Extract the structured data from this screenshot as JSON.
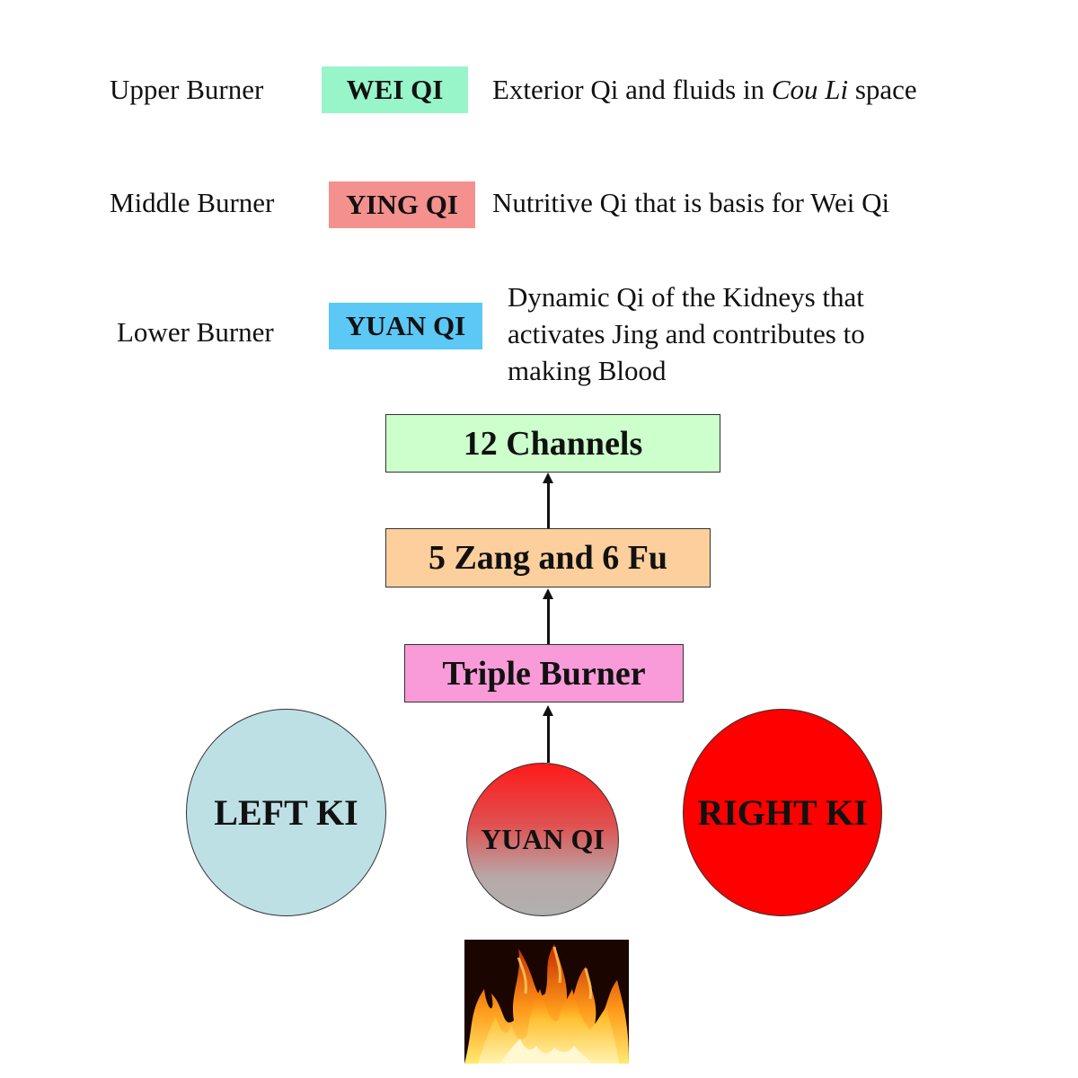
{
  "burners": [
    {
      "burner": "Upper Burner",
      "qi": "WEI QI",
      "qi_color": "#98f5c9",
      "description_parts": [
        "Exterior Qi and fluids in ",
        "Cou Li",
        " space"
      ]
    },
    {
      "burner": "Middle Burner",
      "qi": "YING QI",
      "qi_color": "#f4918f",
      "description": "Nutritive Qi that is basis for Wei Qi"
    },
    {
      "burner": "Lower Burner",
      "qi": "YUAN QI",
      "qi_color": "#5bc8f5",
      "description_lines": [
        "Dynamic Qi of the Kidneys that",
        "activates Jing and contributes to",
        "making Blood"
      ]
    }
  ],
  "flow": {
    "channels": {
      "label": "12 Channels",
      "color": "#ccffcc"
    },
    "zangfu": {
      "label": "5 Zang and 6 Fu",
      "color": "#fccf9c"
    },
    "triple_burner": {
      "label": "Triple Burner",
      "color": "#f99bd9"
    }
  },
  "kidneys": {
    "left": {
      "label": "LEFT KI",
      "color": "#bde0e5"
    },
    "center": {
      "label": "YUAN QI",
      "color_top": "#ff1a1a",
      "color_bottom": "#b0b0b0"
    },
    "right": {
      "label": "RIGHT KI",
      "color": "#ff0000"
    }
  },
  "fire_image": {
    "icon": "fire-icon"
  }
}
